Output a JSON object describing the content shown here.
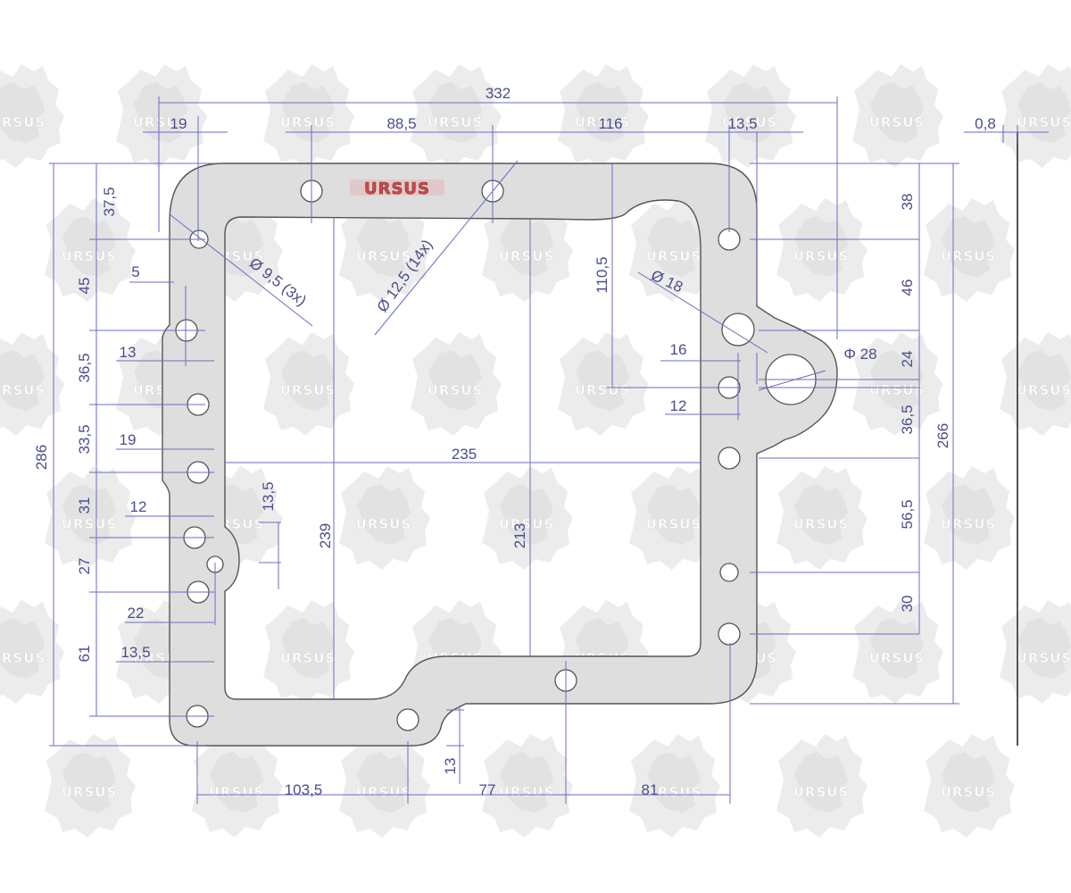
{
  "colors": {
    "background": "#ffffff",
    "gasket_fill": "#dedede",
    "gasket_outline": "#555555",
    "dimension_lines": "#6a6cc0",
    "dimension_text": "#4a4d8c",
    "watermark": "#e6e6e6",
    "logo_red": "#c94a4a"
  },
  "logo": {
    "text": "URSUS"
  },
  "watermark": {
    "text": "URSUS",
    "icon": "bear-gear-icon"
  },
  "dimensions": {
    "overall_width": "332",
    "left_hole_offset": "19",
    "top_hole_spacing": "88,5",
    "right_offset_116": "116",
    "right_offset_13_5": "13,5",
    "thickness": "0,8",
    "overall_height": "286",
    "left_37_5": "37,5",
    "left_45": "45",
    "left_36_5": "36,5",
    "left_33_5": "33,5",
    "left_31": "31",
    "left_27": "27",
    "left_61": "61",
    "edge_5": "5",
    "edge_13": "13",
    "edge_19": "19",
    "edge_12": "12",
    "edge_22": "22",
    "edge_13_5": "13,5",
    "tab_13_5": "13,5",
    "hole_9_5": "Ø 9,5 (3x)",
    "hole_12_5": "Ø 12,5 (14x)",
    "hole_18": "Ø 18",
    "hole_28": "Φ 28",
    "height_110_5": "110,5",
    "width_235": "235",
    "height_239": "239",
    "height_213": "213",
    "right_16": "16",
    "right_12": "12",
    "right_38": "38",
    "right_46": "46",
    "right_24": "24",
    "right_36_5": "36,5",
    "right_56_5": "56,5",
    "right_30": "30",
    "right_height_266": "266",
    "bottom_103_5": "103,5",
    "bottom_77": "77",
    "bottom_81": "81",
    "bottom_13": "13"
  }
}
